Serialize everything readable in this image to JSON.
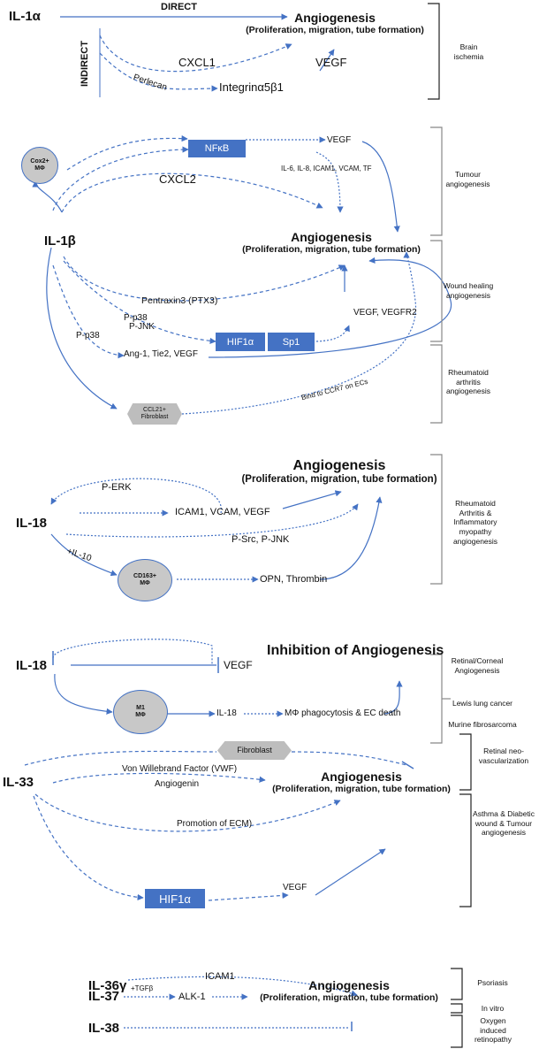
{
  "section1": {
    "cytokine": "IL-1α",
    "direct": "DIRECT",
    "indirect": "INDIRECT",
    "angiogenesis_title": "Angiogenesis",
    "angiogenesis_sub": "(Proliferation, migration, tube formation)",
    "cxcl1": "CXCL1",
    "vegf": "VEGF",
    "perlecan": "Perlecan",
    "integrin": "Integrinα5β1",
    "context": "Brain ischemia"
  },
  "section2": {
    "cytokine": "IL-1β",
    "cox2_line1": "Cox2+",
    "cox2_line2": "MΦ",
    "nfkb": "NFκB",
    "vegf_top": "VEGF",
    "mediators": "IL-6, IL-8, ICAM1, VCAM, TF",
    "cxcl2": "CXCL2",
    "angiogenesis_title": "Angiogenesis",
    "angiogenesis_sub": "(Proliferation, migration, tube formation)",
    "ptx3": "Pentraxin3 (PTX3)",
    "pp38_a": "P-p38",
    "pjnk": "P-JNK",
    "pp38_b": "P-p38",
    "hif1a": "HIF1α",
    "sp1": "Sp1",
    "vegf_vegfr2": "VEGF, VEGFR2",
    "ang1": "Ang-1, Tie2, VEGF",
    "ccr7": "Bind to CCR7 on ECs",
    "ccl21_line1": "CCL21+",
    "ccl21_line2": "Fibroblast",
    "ctx_tumour": "Tumour angiogenesis",
    "ctx_wound": "Wound healing angiogenesis",
    "ctx_ra": "Rheumatoid arthritis angiogenesis"
  },
  "section3": {
    "cytokine": "IL-18",
    "angiogenesis_title": "Angiogenesis",
    "angiogenesis_sub": "(Proliferation, migration, tube formation)",
    "perk": "P-ERK",
    "icam": "ICAM1, VCAM, VEGF",
    "psrc": "P-Src, P-JNK",
    "il10": "+IL-10",
    "cd163_line1": "CD163+",
    "cd163_line2": "MΦ",
    "opn": "OPN, Thrombin",
    "context": "Rheumatoid Arthritis & Inflammatory myopathy angiogenesis"
  },
  "section4": {
    "cytokine": "IL-18",
    "inhibition": "Inhibition of Angiogenesis",
    "vegf": "VEGF",
    "m1_line1": "M1",
    "m1_line2": "MΦ",
    "il18": "IL-18",
    "phago": "MΦ phagocytosis & EC death",
    "ctx_retinal": "Retinal/Corneal Angiogenesis",
    "ctx_lewis": "Lewis lung cancer",
    "ctx_murine": "Murine fibrosarcoma"
  },
  "section5": {
    "cytokine": "IL-33",
    "fibroblast": "Fibroblast",
    "vwf": "Von Willebrand Factor (VWF)",
    "angiogenin": "Angiogenin",
    "angiogenesis_title": "Angiogenesis",
    "angiogenesis_sub": "(Proliferation, migration, tube formation)",
    "ecm": "Promotion of ECM)",
    "hif1a": "HIF1α",
    "vegf": "VEGF",
    "ctx_retinal": "Retinal neo-vascularization",
    "ctx_asthma": "Asthma & Diabetic wound & Tumour angiogenesis"
  },
  "section6": {
    "il36": "IL-36γ",
    "il37": "IL-37",
    "il38": "IL-38",
    "icam1": "ICAM1",
    "tgfb": "+TGFβ",
    "alk1": "ALK-1",
    "angiogenesis_title": "Angiogenesis",
    "angiogenesis_sub": "(Proliferation, migration, tube formation)",
    "ctx_psoriasis": "Psoriasis",
    "ctx_invitro": "In vitro",
    "ctx_oxygen": "Oxygen induced retinopathy"
  },
  "colors": {
    "arrow": "#4472c4",
    "box": "#4472c4",
    "oval": "#c8c8c8",
    "bracket": "#555555"
  }
}
